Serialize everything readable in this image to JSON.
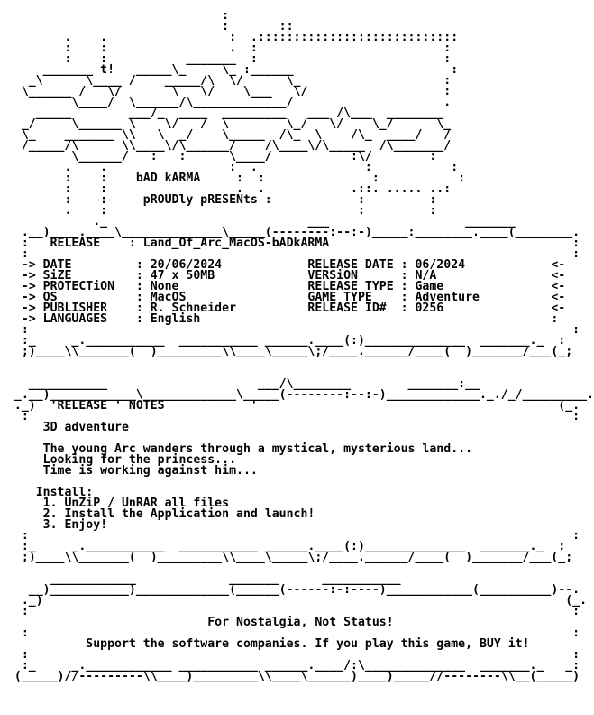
{
  "nfo": {
    "lines": [
      "",
      "                               :",
      "                               :       ::",
      "         .    .                 :  .::::::::::::::::::::::::::::",
      "         :    :                 .  :                          :",
      "         :    :           _______  :                          :",
      "      _______ t!   _____\\_     \\_ :______                      :",
      "    _\\      \\____ /    _____/\\  \\/      \\_                    :",
      "   \\______ /   \\/       \\   \\/    \\___   \\/                   :",
      "          \\____/  \\______/\\_____________/                     .",
      "     _____        ___/_  ____  _________   ___ /\\___  ________",
      "   _/     \\______ \\    \\/   /  \\        \\_/   \\/    \\_/      \\_",
      "   \\_    _______ \\\\   \\  _/    \\_____  /\\_  \\    /\\_  ____/   /",
      "   /_____/\\      \\\\____\\/\\______/    /\\____\\/\\_____  /\\_______/",
      "          \\______/   :   :      \\____/           :\\/        :",
      "         .    .                 :  .               :           :",
      "         :    :    bAD kARMA     :  :               :           :",
      "         :    :                  .  .            .::. ..... ..:",
      "         :    :     pROUDly pRESENts :            :         :",
      "         .    :                                   :         :",
      "             ._                            ___                   _______",
      "   .__)____.____\\______________\\_____(--------:--:-)_____:________.____(________.",
      "   :   RELEASE    : Land_Of_Arc_MacOS-bADkARMA                                  :",
      "   :                                                                            :",
      "   -> DATE         : 20/06/2024            RELEASE DATE : 06/2024            <-",
      "   -> SiZE         : 47 x 50MB             VERSiON      : N/A                <-",
      "   -> PROTECTiON   : None                  RELEASE TYPE : Game               <-",
      "   -> OS           : MacOS                 GAME TYPE    : Adventure          <-",
      "   -> PUBLISHER    : R. Schneider          RELEASE ID#  : 0256               <-",
      "   -> LANGUAGES    : English                                                 :",
      "   :                                                                            :",
      "   :_     _.___________  ___________ ______.____(:)______________  _______._  :",
      "   ;)____\\\\_______(  )_________\\\\____\\_____\\;/____.______/____(  )_______/___(_;",
      "",
      "",
      "    ___________                     ___/\\________        _______:__",
      "  _.__)____________\\_____________\\_____(--------:--:-)_____________._./_/_________.",
      "  ._)  'RELEASE ' NOTES            '                                          (_.",
      "   :                                                                            :",
      "      3D adventure",
      "",
      "      The young Arc wanders through a mystical, mysterious land...",
      "      Looking for the princess...",
      "      Time is working against him...",
      "",
      "     Install:",
      "      1. UnZiP / UnRAR all files",
      "      2. Install the Application and launch!",
      "      3. Enjoy!",
      "   :                                                                            :",
      "   :_     _.___________  ___________ ______.____(:)______________  _______._  :",
      "   ;)____\\\\_______(  )_________\\\\____\\_____\\;/____.______/____(  )_______/___(_;",
      "",
      "       ____________             _______      ___________",
      "    __)___________)_____________(______(------:-:----)____________(__________)--.",
      "   ._)                                                                         (_.",
      "   :                                                                            :",
      "                             For Nostalgia, Not Status!",
      "   :                                                                            :",
      "            Support the software companies. If you play this game, BUY it!",
      "   :                                                                            :",
      "   :_     _.____________ ___________ ______.____/:\\______________  _______._   _:",
      "  (_____)//---------\\\\____)_________\\\\____\\______)____)_____//--------\\\\__(_____)"
    ]
  }
}
